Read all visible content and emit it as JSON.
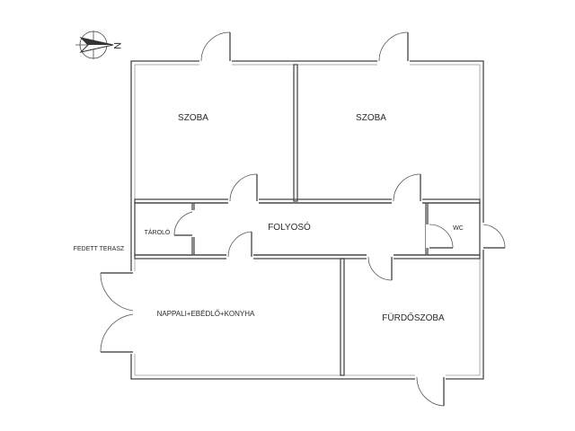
{
  "plan": {
    "compass_letter": "N",
    "rooms": {
      "bedroom_1": "SZOBA",
      "bedroom_2": "SZOBA",
      "storage": "TÁROLÓ",
      "hallway": "FOLYOSÓ",
      "wc": "WC",
      "living": "NAPPALI+EBÉDLŐ+KONYHA",
      "bathroom": "FÜRDŐSZOBA"
    },
    "outside": {
      "terrace": "FEDETT TERASZ"
    }
  },
  "colors": {
    "wall": "#4a4a4a",
    "wall_inner": "#8a8a8a",
    "text": "#2a2a2a",
    "background": "#ffffff"
  }
}
